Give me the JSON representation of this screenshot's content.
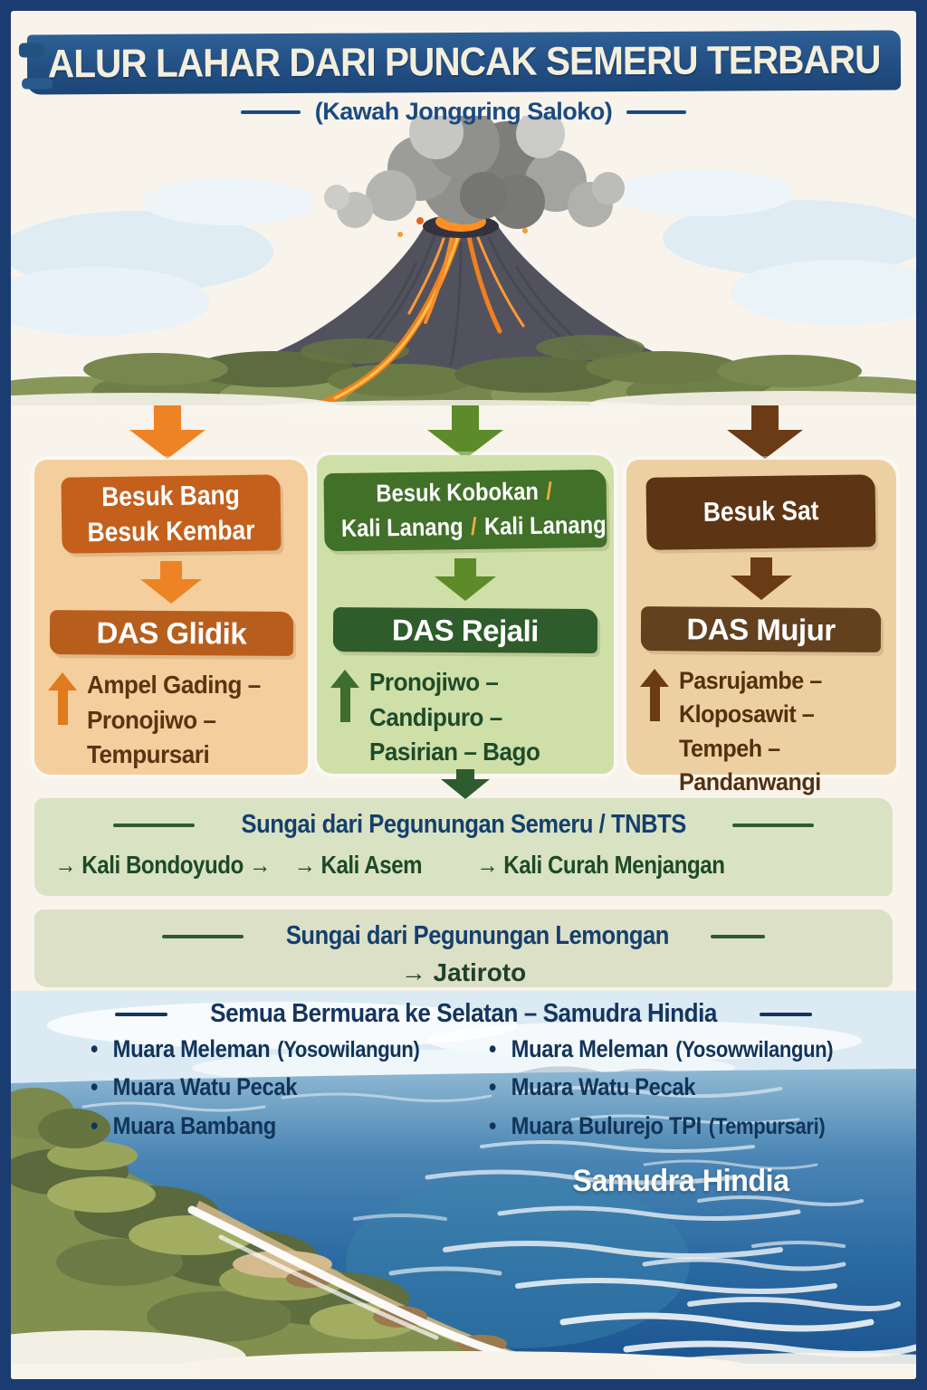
{
  "title": "ALUR LAHAR DARI PUNCAK SEMERU TERBARU",
  "subtitle": "(Kawah Jonggring Saloko)",
  "col1": {
    "header_line1": "Besuk Bang",
    "header_line2": "Besuk Kembar",
    "das": "DAS Glidik",
    "areas": [
      "Ampel Gading –",
      "Pronojiwo –",
      "Tempursari"
    ]
  },
  "col2": {
    "header_l1_text": "Besuk Kobokan ",
    "header_l1_slash": "/",
    "header_l2_a": "Kali Lanang ",
    "header_l2_slash": "/",
    "header_l2_b": " Kali Lanang",
    "das": "DAS Rejali",
    "areas": [
      "Pronojiwo –",
      "Candipuro –",
      "Pasirian – Bago"
    ]
  },
  "col3": {
    "header_line1": "Besuk Sat",
    "das": "DAS Mujur",
    "areas": [
      "Pasrujambe –",
      "Kloposawit –",
      "Tempeh –",
      "Pandanwangi"
    ]
  },
  "semeru_section": {
    "title": "Sungai dari Pegunungan Semeru / TNBTS",
    "rivers": [
      "→ Kali Bondoyudo →",
      "→ Kali Asem",
      "→ Kali Curah Menjangan"
    ]
  },
  "lemongan_section": {
    "title": "Sungai dari Pegunungan Lemongan",
    "river": "→ Jatiroto"
  },
  "muara_section": {
    "title": "Semua Bermuara ke Selatan – Samudra Hindia",
    "left": [
      {
        "name": "Muara Meleman",
        "note": "(Yosowilangun)"
      },
      {
        "name": "Muara Watu Pecak",
        "note": ""
      },
      {
        "name": "Muara Bambang",
        "note": ""
      }
    ],
    "right": [
      {
        "name": "Muara Meleman",
        "note": "(Yosowwilangun)"
      },
      {
        "name": "Muara Watu Pecak",
        "note": ""
      },
      {
        "name": "Muara Bulurejo TPI",
        "note": "(Tempursari)"
      }
    ]
  },
  "ocean_label": "Samudra Hindia",
  "colors": {
    "border_navy": "#1b3c70",
    "paper": "#f8f4ec",
    "title_band_blue": "#234f84",
    "navy_text": "#14355e",
    "orange_arrow": "#ee8325",
    "orange_header": "#c4601c",
    "card1_bg": "#f4cf9d",
    "green_arrow": "#5d8b2a",
    "green_header": "#417029",
    "das_rejali_green": "#2e5c2b",
    "card2_bg": "#cedfa8",
    "brown_arrow": "#6b3b16",
    "brown_header": "#5d3414",
    "das_mujur_brown": "#63401e",
    "card3_bg": "#edd0a2",
    "slash_yellow": "#eead3d",
    "band_bg": "#d9e3c3",
    "river_green_text": "#1d4a28",
    "sea_blue": "#1c5590"
  }
}
